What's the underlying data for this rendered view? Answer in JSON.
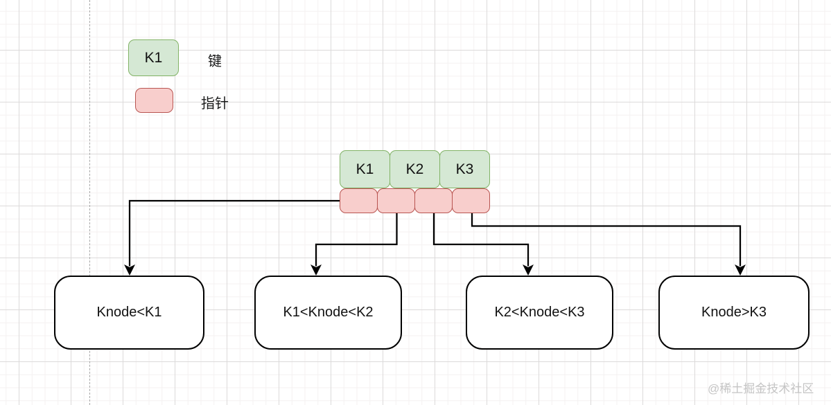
{
  "legend": {
    "key_box_label": "K1",
    "key_text": "键",
    "pointer_text": "指针"
  },
  "node": {
    "keys": [
      "K1",
      "K2",
      "K3"
    ],
    "pointer_count": 4
  },
  "children": [
    {
      "label": "Knode<K1"
    },
    {
      "label": "K1<Knode<K2"
    },
    {
      "label": "K2<Knode<K3"
    },
    {
      "label": "Knode>K3"
    }
  ],
  "watermark": "@稀土掘金技术社区",
  "colors": {
    "key_fill": "#d5e8d4",
    "key_stroke": "#82b366",
    "pointer_fill": "#f8cecc",
    "pointer_stroke": "#b85450",
    "child_stroke": "#000000",
    "arrow": "#000000",
    "dashed_guide": "#a6a6a6",
    "watermark_text": "#c5c5c5"
  }
}
